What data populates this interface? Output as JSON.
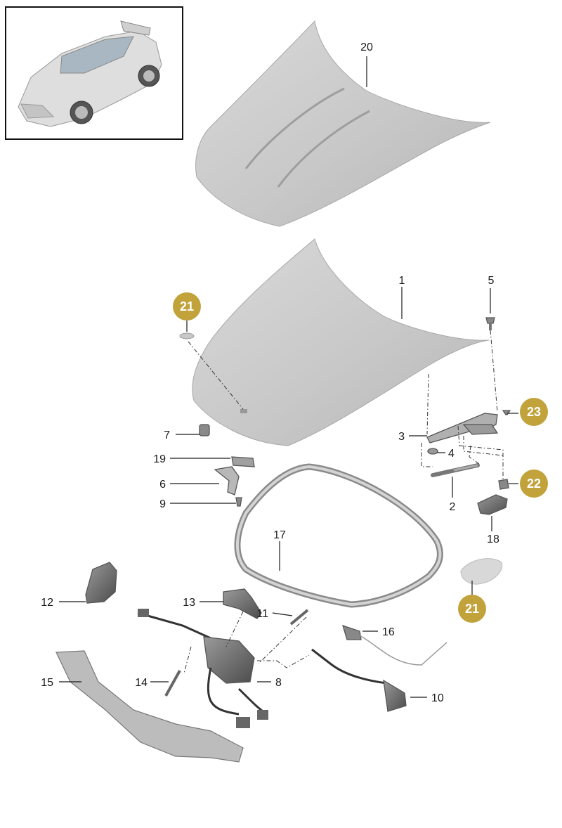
{
  "labels": {
    "l1": "1",
    "l2": "2",
    "l3": "3",
    "l4": "4",
    "l5": "5",
    "l6": "6",
    "l7": "7",
    "l8": "8",
    "l9": "9",
    "l10": "10",
    "l11": "11",
    "l12": "12",
    "l13": "13",
    "l14": "14",
    "l15": "15",
    "l16": "16",
    "l17": "17",
    "l18": "18",
    "l19": "19",
    "l20": "20"
  },
  "badges": {
    "b21a": "21",
    "b21b": "21",
    "b22": "22",
    "b23": "23"
  },
  "colors": {
    "badge": "#c2a23a",
    "part_fill": "#c9c9c9",
    "part_dark": "#6d6d6d",
    "text": "#1a1a1a"
  }
}
